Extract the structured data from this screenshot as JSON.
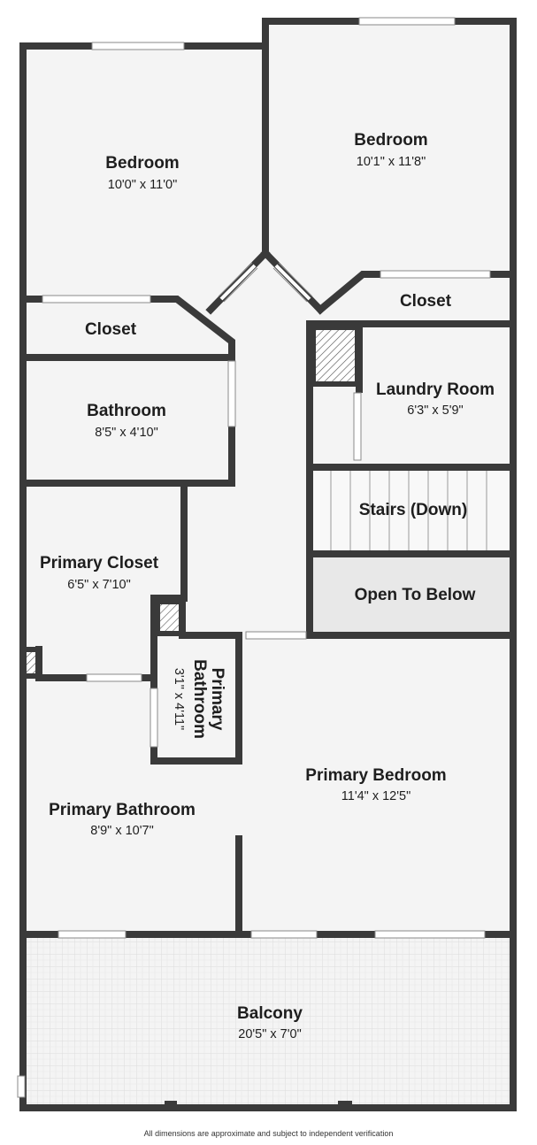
{
  "rooms": {
    "bedroom_left": {
      "name": "Bedroom",
      "dims": "10'0\" x 11'0\""
    },
    "bedroom_right": {
      "name": "Bedroom",
      "dims": "10'1\" x 11'8\""
    },
    "closet_left": {
      "name": "Closet"
    },
    "closet_right": {
      "name": "Closet"
    },
    "bathroom": {
      "name": "Bathroom",
      "dims": "8'5\" x 4'10\""
    },
    "laundry": {
      "name": "Laundry Room",
      "dims": "6'3\" x 5'9\""
    },
    "stairs": {
      "name": "Stairs (Down)"
    },
    "open_below": {
      "name": "Open To Below"
    },
    "primary_closet": {
      "name": "Primary Closet",
      "dims": "6'5\" x 7'10\""
    },
    "primary_bath_small": {
      "name_line1": "Primary",
      "name_line2": "Bathroom",
      "dims": "3'1\" x 4'11\""
    },
    "primary_bedroom": {
      "name": "Primary Bedroom",
      "dims": "11'4\" x 12'5\""
    },
    "primary_bathroom": {
      "name": "Primary Bathroom",
      "dims": "8'9\" x 10'7\""
    },
    "balcony": {
      "name": "Balcony",
      "dims": "20'5\" x 7'0\""
    }
  },
  "footer": {
    "disclaimer": "All dimensions are approximate and subject to independent verification"
  },
  "colors": {
    "wall": "#3a3a3a",
    "floor": "#f4f4f4",
    "open_below_fill": "#e8e8e8",
    "balcony_fill": "#f4f4f4"
  }
}
